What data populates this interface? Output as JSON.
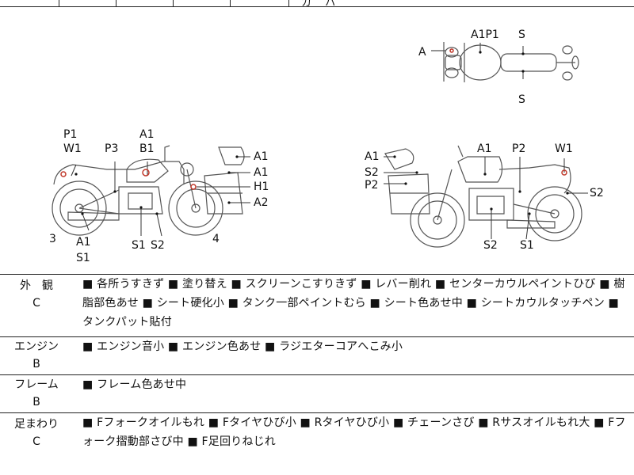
{
  "header_fragment": "カ゛ ハ゜",
  "diagram": {
    "top_view": {
      "label_a": "A",
      "label_a1p1": "A1P1",
      "label_s_top": "S",
      "label_s_bottom": "S"
    },
    "left_view": {
      "p1": "P1",
      "w1": "W1",
      "p3": "P3",
      "a1_top": "A1",
      "b1": "B1",
      "a1_r1": "A1",
      "a1_r2": "A1",
      "h1": "H1",
      "a2": "A2",
      "num_3": "3",
      "a1_bottom": "A1",
      "s1_bottom": "S1",
      "s1_mid": "S1",
      "s2_mid": "S2",
      "num_4": "4"
    },
    "right_view": {
      "a1_l": "A1",
      "s2_l": "S2",
      "p2_l": "P2",
      "a1_top": "A1",
      "p2_top": "P2",
      "w1": "W1",
      "s2_r": "S2",
      "s2_bottom": "S2",
      "s1_bottom": "S1"
    }
  },
  "rows": [
    {
      "category": "外　観",
      "grade": "C",
      "description": "■ 各所うすきず ■ 塗り替え ■ スクリーンこすりきず ■ レバー削れ ■ センターカウルペイントひび ■ 樹脂部色あせ ■ シート硬化小 ■ タンク一部ペイントむら ■ シート色あせ中 ■ シートカウルタッチペン ■ タンクパット貼付"
    },
    {
      "category": "エンジン",
      "grade": "B",
      "description": "■ エンジン音小 ■ エンジン色あせ ■ ラジエターコアへこみ小"
    },
    {
      "category": "フレーム",
      "grade": "B",
      "description": "■ フレーム色あせ中"
    },
    {
      "category": "足まわり",
      "grade": "C",
      "description": "■ Fフォークオイルもれ ■ Fタイヤひび小 ■ Rタイヤひび小 ■ チェーンさび ■ Rサスオイルもれ大 ■ Fフォーク摺動部さび中 ■ F足回りねじれ"
    }
  ]
}
